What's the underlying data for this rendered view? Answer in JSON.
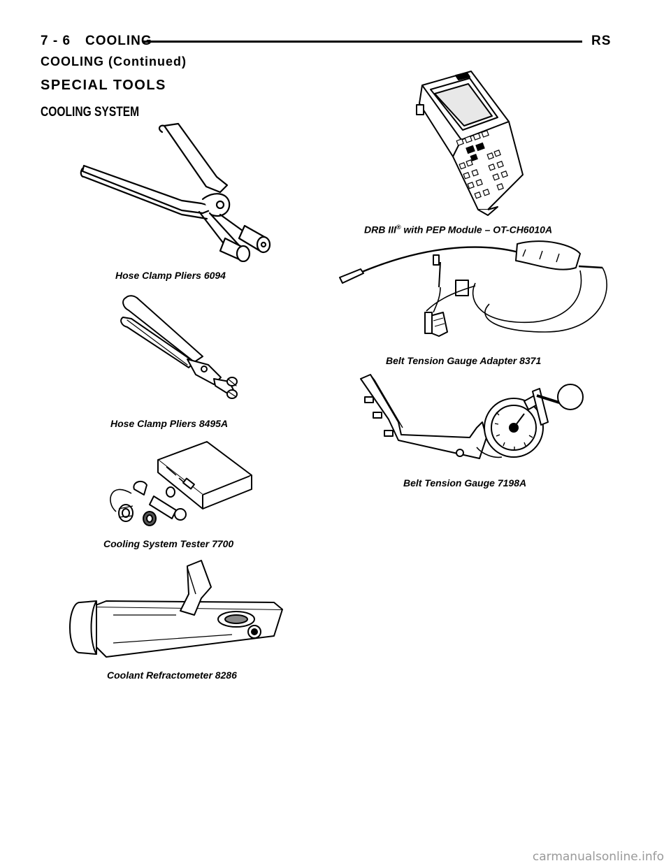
{
  "header": {
    "page_number": "7 - 6",
    "section": "COOLING",
    "model": "RS",
    "continued": "COOLING (Continued)"
  },
  "title": "SPECIAL TOOLS",
  "subtitle": "COOLING SYSTEM",
  "tools": [
    {
      "caption": "Hose Clamp Pliers 6094",
      "icon": "hose-clamp-pliers-6094"
    },
    {
      "caption": "Hose Clamp Pliers 8495A",
      "icon": "hose-clamp-pliers-8495a"
    },
    {
      "caption": "Cooling System Tester 7700",
      "icon": "cooling-system-tester"
    },
    {
      "caption": "Coolant Refractometer 8286",
      "icon": "coolant-refractometer"
    },
    {
      "caption_prefix": "DRB III",
      "caption_mark": "®",
      "caption_suffix": " with PEP Module – OT-CH6010A",
      "icon": "drb-iii-scan-tool"
    },
    {
      "caption": "Belt Tension Gauge Adapter 8371",
      "icon": "belt-tension-gauge-adapter"
    },
    {
      "caption": "Belt Tension Gauge 7198A",
      "icon": "belt-tension-gauge"
    }
  ],
  "watermark": "carmanualsonline.info"
}
